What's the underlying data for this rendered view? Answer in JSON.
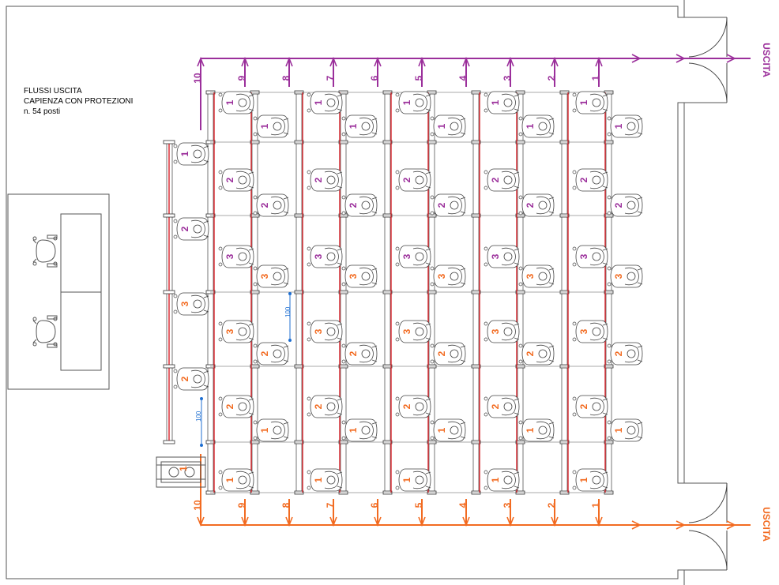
{
  "legend": {
    "title": "FLUSSI USCITA",
    "subtitle": "CAPIENZA CON PROTEZIONI",
    "count": "n. 54 posti"
  },
  "exits": {
    "top": "USCITA",
    "bottom": "USCITA"
  },
  "flows": {
    "top": {
      "color": "#9b2f9b",
      "columns": [
        "10",
        "9",
        "8",
        "7",
        "6",
        "5",
        "4",
        "3",
        "2",
        "1"
      ]
    },
    "bottom": {
      "color": "#f26b21",
      "columns": [
        "10",
        "9",
        "8",
        "7",
        "6",
        "5",
        "4",
        "3",
        "2",
        "1"
      ]
    }
  },
  "seating": {
    "rows_per_column": [
      "1",
      "2",
      "3",
      "3",
      "2",
      "1"
    ],
    "left_column_rows": [
      "1",
      "2",
      "3",
      "2",
      "1"
    ],
    "top_rows_color": "#9b2f9b",
    "bottom_rows_color": "#f26b21"
  },
  "dimensions": {
    "spacing_a": "100",
    "spacing_b": "100"
  },
  "colors": {
    "divider_red": "#d9232a",
    "line": "#555555",
    "dim_blue": "#1f6fd1"
  }
}
